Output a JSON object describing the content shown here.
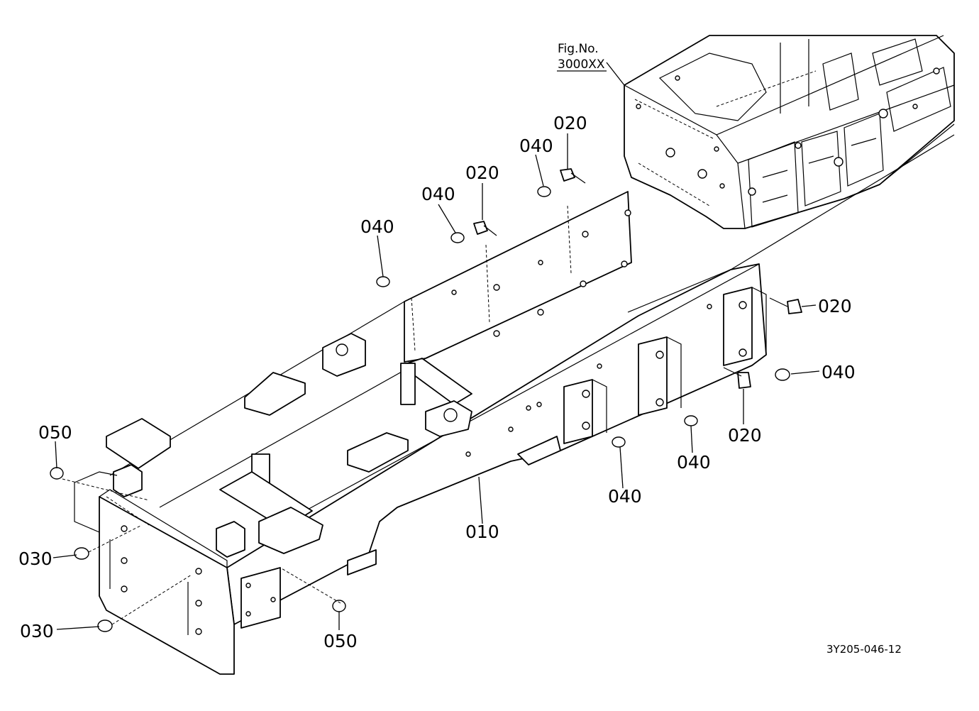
{
  "fig_ref": {
    "line1": "Fig.No.",
    "line2": "3000XX"
  },
  "drawing_code": "3Y205-046-12",
  "callouts": [
    {
      "id": "c020-a",
      "text": "020"
    },
    {
      "id": "c040-a",
      "text": "040"
    },
    {
      "id": "c020-b",
      "text": "020"
    },
    {
      "id": "c040-b",
      "text": "040"
    },
    {
      "id": "c040-c",
      "text": "040"
    },
    {
      "id": "c020-c",
      "text": "020"
    },
    {
      "id": "c040-d",
      "text": "040"
    },
    {
      "id": "c020-d",
      "text": "020"
    },
    {
      "id": "c040-e",
      "text": "040"
    },
    {
      "id": "c040-f",
      "text": "040"
    },
    {
      "id": "c010",
      "text": "010"
    },
    {
      "id": "c050-a",
      "text": "050"
    },
    {
      "id": "c030-a",
      "text": "030"
    },
    {
      "id": "c030-b",
      "text": "030"
    },
    {
      "id": "c050-b",
      "text": "050"
    }
  ]
}
